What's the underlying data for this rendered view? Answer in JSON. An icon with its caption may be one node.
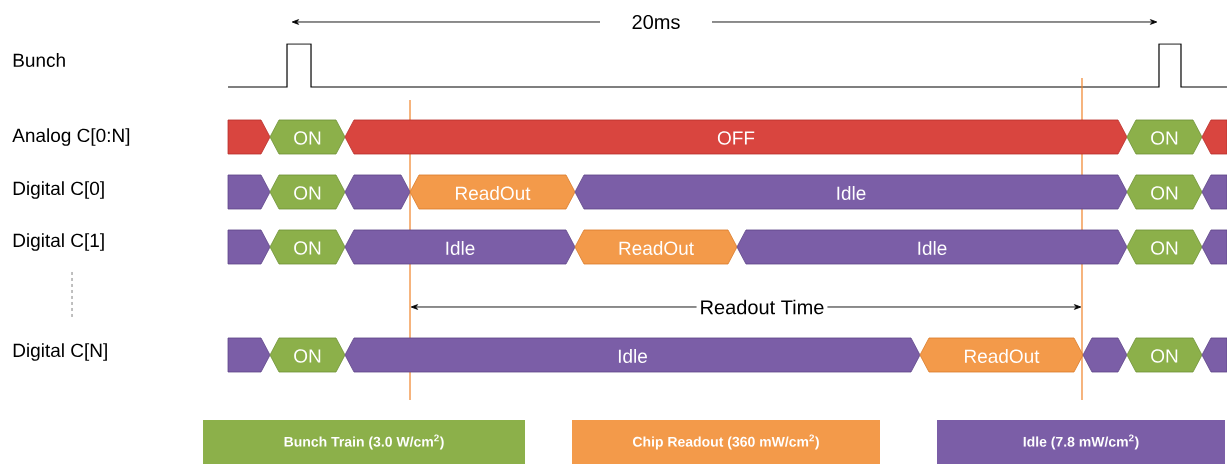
{
  "diagram": {
    "nodes": [
      {
        "text": [],
        "shape": "hexagon"
      },
      {
        "text": [
          "ON"
        ]
      },
      {
        "text": [
          "OFF"
        ]
      },
      {
        "text": [
          "ON"
        ]
      },
      {
        "text": [],
        "shape": "hexagon"
      },
      {
        "text": [],
        "shape": "hexagon"
      },
      {
        "text": [
          "ON"
        ]
      },
      {
        "text": [],
        "shape": "hexagon"
      },
      {
        "text": [
          "ReadOut"
        ]
      },
      {
        "text": [
          "Idle"
        ]
      },
      {
        "text": [
          "ON"
        ]
      },
      {
        "text": [],
        "shape": "hexagon"
      },
      {
        "text": [],
        "shape": "hexagon"
      },
      {
        "text": [
          "ON"
        ]
      },
      {
        "text": [
          "Idle"
        ]
      },
      {
        "text": [
          "ReadOut"
        ]
      },
      {
        "text": [
          "Idle"
        ]
      },
      {
        "text": [
          "ON"
        ]
      },
      {
        "text": [],
        "shape": "hexagon"
      },
      {
        "text": [],
        "shape": "hexagon"
      },
      {
        "text": [
          "ON"
        ]
      },
      {
        "text": [
          "Idle"
        ]
      },
      {
        "text": [
          "ReadOut"
        ]
      },
      {
        "text": [],
        "shape": "hexagon"
      },
      {
        "text": [
          "ON"
        ]
      },
      {
        "text": [],
        "shape": "hexagon"
      }
    ],
    "labels": [
      "20ms",
      "Bunch",
      "Analog C[0:N]",
      "Digital C[0]",
      "Digital C[1]",
      "Readout Time",
      "Digital C[N]"
    ],
    "legend": [
      {
        "text": "Bunch Train (3.0 W/cm$^{2}$)",
        "color": "#8cb04a"
      },
      {
        "text": "Chip Readout (360 mW/cm$^{2}$)",
        "color": "#f39a4a"
      },
      {
        "text": "Idle (7.8 mW/cm$^{2}$)",
        "color": "#7b5ea7"
      }
    ]
  }
}
